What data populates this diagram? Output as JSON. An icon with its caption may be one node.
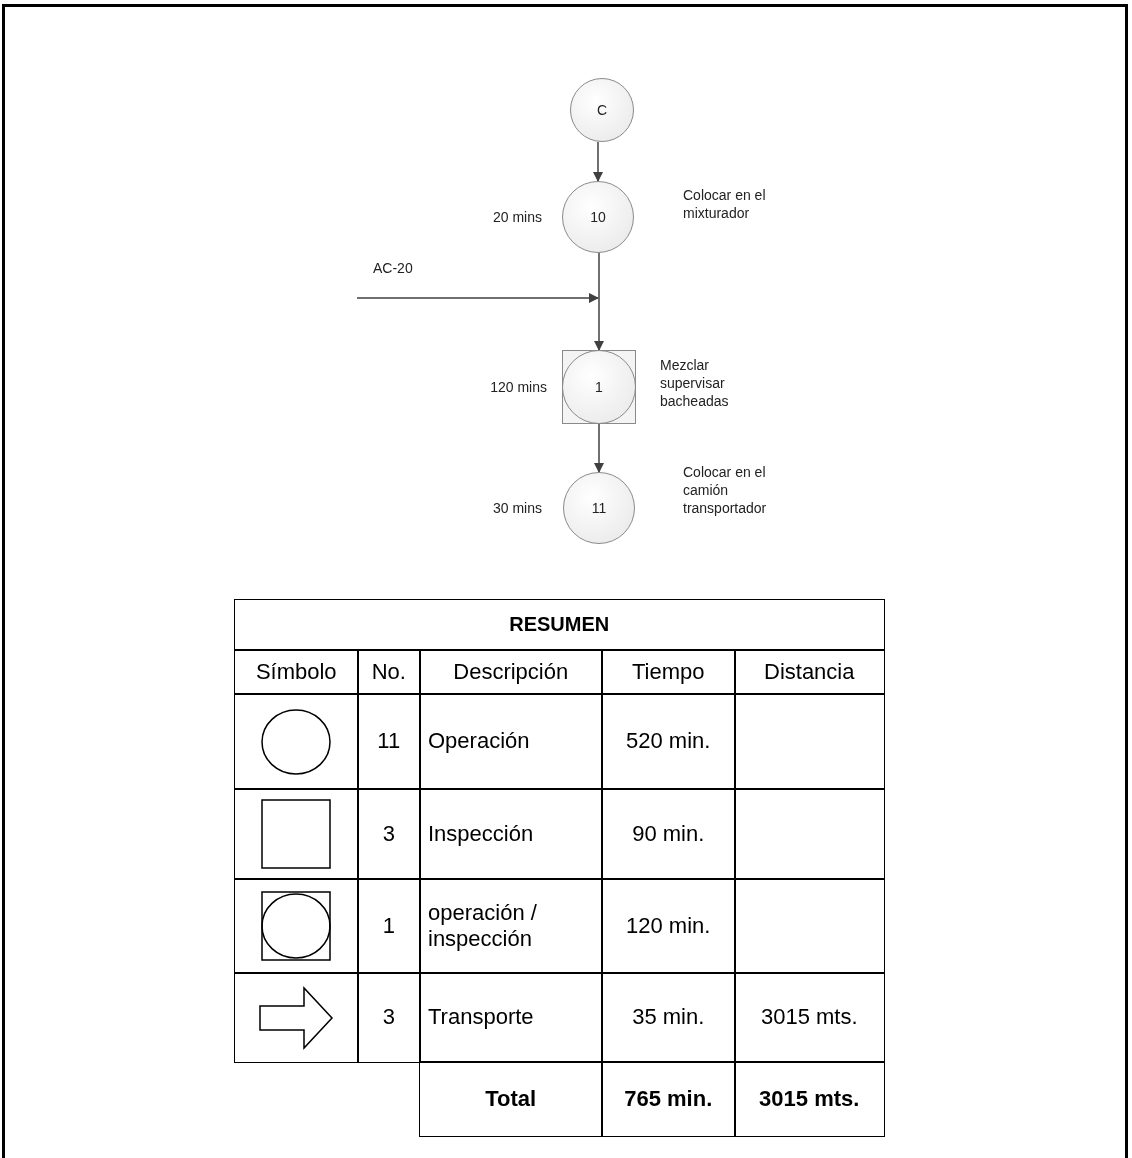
{
  "diagram": {
    "nodes": [
      {
        "text": [
          "C"
        ]
      },
      {
        "text": [
          "10"
        ],
        "beside": [
          "20 mins",
          "Colocar en el mixturador"
        ]
      },
      {
        "text": [
          "1"
        ],
        "beside": [
          "120 mins",
          "Mezclar supervisar bacheadas"
        ]
      },
      {
        "text": [
          "11"
        ],
        "beside": [
          "30 mins",
          "Colocar en el camión transportador"
        ]
      }
    ],
    "edges": [
      {
        "from": 0,
        "to": 1,
        "arrow": "to"
      },
      {
        "from": 1,
        "to": 2,
        "arrow": "to"
      },
      {
        "from": null,
        "to": 2,
        "arrow": "to",
        "label": "AC-20"
      },
      {
        "from": 2,
        "to": 3,
        "arrow": "to"
      }
    ],
    "labels": [
      "RESUMEN",
      "Símbolo",
      "No.",
      "Descripción",
      "Tiempo",
      "Distancia",
      "11",
      "Operación",
      "520 min.",
      "3",
      "Inspección",
      "90 min.",
      "1",
      "operación / inspección",
      "120 min.",
      "3",
      "Transporte",
      "35 min.",
      "3015 mts.",
      "Total",
      "765 min.",
      "3015 mts."
    ]
  }
}
